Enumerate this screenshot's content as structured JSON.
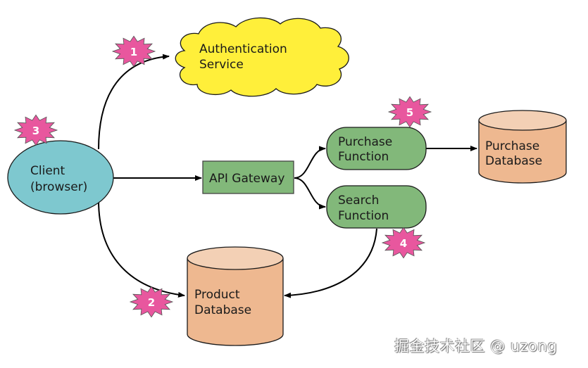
{
  "nodes": {
    "auth": {
      "line1": "Authentication",
      "line2": "Service",
      "shape": "cloud",
      "color": "#ffef3a"
    },
    "client": {
      "line1": "Client",
      "line2": "(browser)",
      "shape": "ellipse",
      "color": "#7ec8cf"
    },
    "gateway": {
      "label": "API Gateway",
      "shape": "rectangle",
      "color": "#82b87a"
    },
    "purchase_fn": {
      "line1": "Purchase",
      "line2": "Function",
      "shape": "rounded",
      "color": "#82b87a"
    },
    "search_fn": {
      "line1": "Search",
      "line2": "Function",
      "shape": "rounded",
      "color": "#82b87a"
    },
    "purchase_db": {
      "line1": "Purchase",
      "line2": "Database",
      "shape": "cylinder",
      "color": "#eeb890"
    },
    "product_db": {
      "line1": "Product",
      "line2": "Database",
      "shape": "cylinder",
      "color": "#eeb890"
    }
  },
  "badges": [
    "1",
    "2",
    "3",
    "4",
    "5"
  ],
  "badge_color": "#e8579e",
  "edges": [
    {
      "from": "client",
      "to": "auth",
      "badge": "1"
    },
    {
      "from": "client",
      "to": "product_db",
      "badge": "2"
    },
    {
      "from": "client",
      "to": "gateway"
    },
    {
      "from": "gateway",
      "to": "purchase_fn"
    },
    {
      "from": "gateway",
      "to": "search_fn"
    },
    {
      "from": "purchase_fn",
      "to": "purchase_db",
      "badge": "5"
    },
    {
      "from": "search_fn",
      "to": "product_db",
      "badge": "4"
    }
  ],
  "watermark": "掘金技术社区 @ uzong"
}
